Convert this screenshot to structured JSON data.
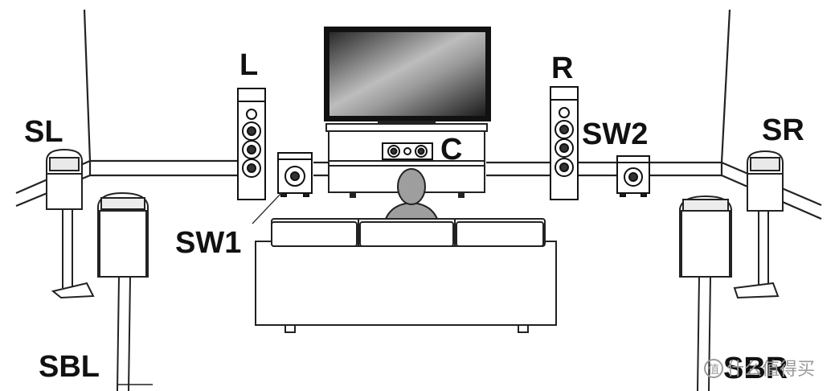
{
  "labels": {
    "l": "L",
    "r": "R",
    "c": "C",
    "sl": "SL",
    "sr": "SR",
    "sw1": "SW1",
    "sw2": "SW2",
    "sbl": "SBL",
    "sbr": "SBR"
  },
  "watermark": {
    "text": "什么值得买",
    "mark": "值"
  }
}
